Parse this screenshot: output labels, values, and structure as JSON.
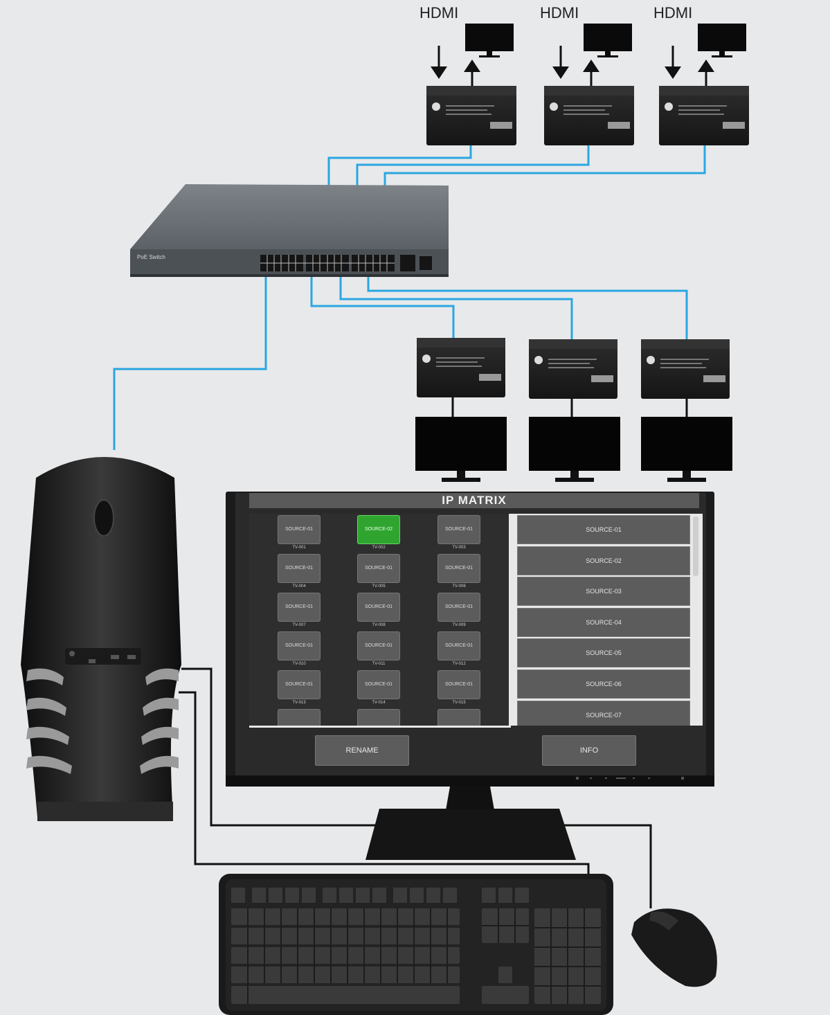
{
  "hdmi_labels": [
    "HDMI",
    "HDMI",
    "HDMI"
  ],
  "switch_label": "PoE Switch",
  "screen": {
    "title": "IP MATRIX",
    "tv_cells": [
      {
        "source": "SOURCE-01",
        "tv": "TV-001",
        "active": false
      },
      {
        "source": "SOURCE-02",
        "tv": "TV-002",
        "active": true
      },
      {
        "source": "SOURCE-01",
        "tv": "TV-003",
        "active": false
      },
      {
        "source": "SOURCE-01",
        "tv": "TV-004",
        "active": false
      },
      {
        "source": "SOURCE-01",
        "tv": "TV-005",
        "active": false
      },
      {
        "source": "SOURCE-01",
        "tv": "TV-006",
        "active": false
      },
      {
        "source": "SOURCE-01",
        "tv": "TV-007",
        "active": false
      },
      {
        "source": "SOURCE-01",
        "tv": "TV-008",
        "active": false
      },
      {
        "source": "SOURCE-01",
        "tv": "TV-009",
        "active": false
      },
      {
        "source": "SOURCE-01",
        "tv": "TV-010",
        "active": false
      },
      {
        "source": "SOURCE-01",
        "tv": "TV-011",
        "active": false
      },
      {
        "source": "SOURCE-01",
        "tv": "TV-012",
        "active": false
      },
      {
        "source": "SOURCE-01",
        "tv": "TV-013",
        "active": false
      },
      {
        "source": "SOURCE-01",
        "tv": "TV-014",
        "active": false
      },
      {
        "source": "SOURCE-01",
        "tv": "TV-015",
        "active": false
      }
    ],
    "source_list": [
      "SOURCE-01",
      "SOURCE-02",
      "SOURCE-03",
      "SOURCE-04",
      "SOURCE-05",
      "SOURCE-06",
      "SOURCE-07"
    ],
    "rename_label": "RENAME",
    "info_label": "INFO"
  },
  "colors": {
    "background": "#e8e9eb",
    "network_cable": "#2aa6e0",
    "usb_cable": "#111111",
    "active_source": "#2fa52f",
    "device_body": "#1c1c1c"
  }
}
